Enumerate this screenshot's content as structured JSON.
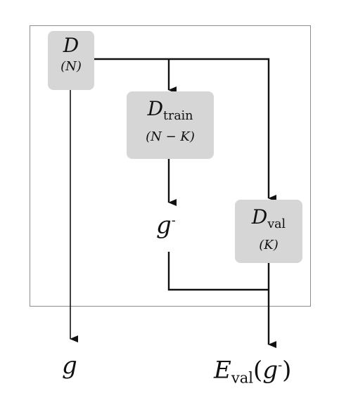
{
  "nodes": {
    "full": {
      "symbol": "D",
      "count": "(N)"
    },
    "train": {
      "symbol": "D",
      "subscript": "train",
      "count": "(N − K)"
    },
    "val": {
      "symbol": "D",
      "subscript": "val",
      "count": "(K)"
    }
  },
  "outputs": {
    "g_minus": {
      "symbol": "g",
      "sup": "-"
    },
    "g": {
      "symbol": "g"
    },
    "e_val": {
      "symbol": "E",
      "subscript": "val",
      "arg_open": "(",
      "arg": "g",
      "arg_sup": "-",
      "arg_close": ")"
    }
  },
  "colors": {
    "node_fill": "#d6d6d6",
    "line": "#111111",
    "frame": "#8c8c8c"
  }
}
